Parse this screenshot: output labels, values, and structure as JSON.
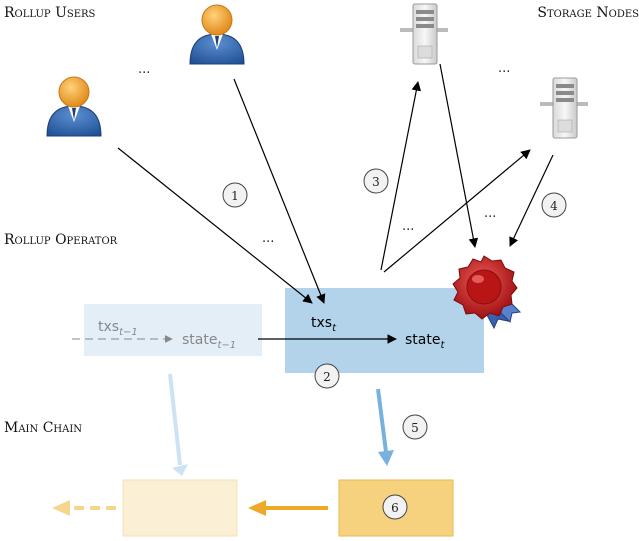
{
  "sections": {
    "rollup_users": "Rollup Users",
    "storage_nodes": "Storage Nodes",
    "rollup_operator": "Rollup Operator",
    "main_chain": "Main Chain"
  },
  "ellipsis": "...",
  "steps": [
    "1",
    "2",
    "3",
    "4",
    "5",
    "6"
  ],
  "labels": {
    "txs_prev_base": "txs",
    "txs_prev_sub": "t−1",
    "state_prev_base": "state",
    "state_prev_sub": "t−1",
    "txs_base": "txs",
    "txs_sub": "t",
    "state_base": "state",
    "state_sub": "t"
  },
  "colors": {
    "operator_box": "#b3d3ea",
    "operator_box_faded": "#e3eef7",
    "chain_block": "#f6d27f",
    "chain_block_faded": "#fbefd6",
    "chain_arrow": "#efa929",
    "chain_arrow_faded": "#f6d58e",
    "blue_arrow": "#77b2df",
    "blue_arrow_faded": "#cde3f3",
    "user_skin": "#f2a43a",
    "user_suit": "#2f63a8",
    "seal": "#c61f1f"
  },
  "icons": [
    "user-icon",
    "server-icon",
    "wax-seal-icon"
  ]
}
